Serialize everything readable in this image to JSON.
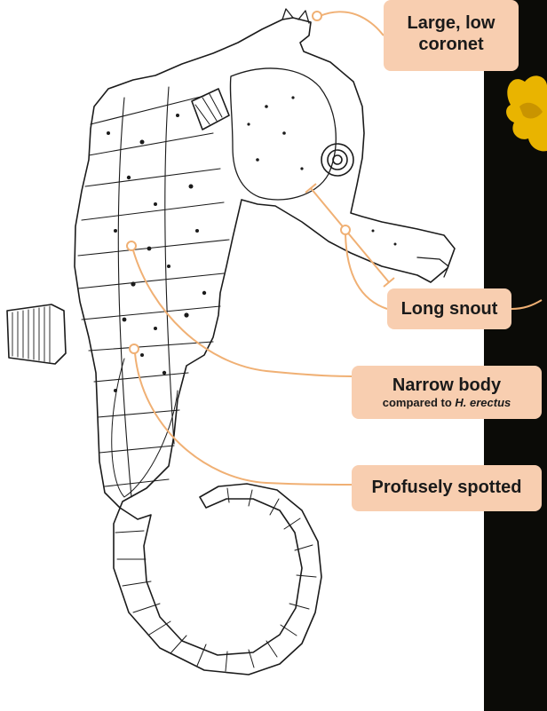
{
  "figure": {
    "labels": {
      "coronet_line1": "Large, low",
      "coronet_line2": "coronet",
      "snout": "Long snout",
      "body_title": "Narrow body",
      "body_sub_prefix": "compared to ",
      "body_sub_species": "H. erectus",
      "spotted": "Profusely spotted"
    }
  },
  "colors": {
    "callout_fill": "#f8ceb0",
    "leader_line": "#f0b074",
    "photo_background": "#0b0b07",
    "flower_yellow": "#e9b400"
  }
}
